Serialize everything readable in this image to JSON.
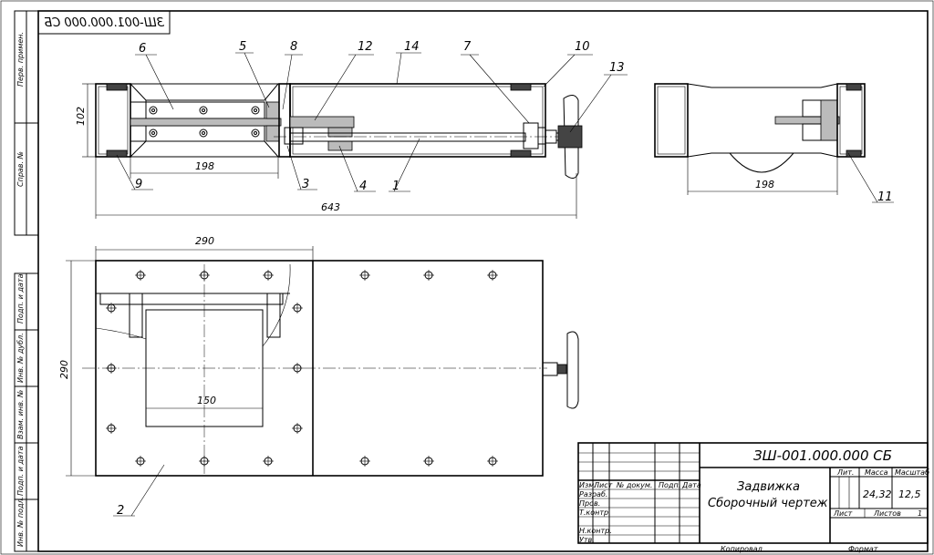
{
  "stamp": {
    "designation_mirrored": "ЗШ-001.000.000 СБ",
    "designation": "ЗШ-001.000.000 СБ",
    "title_line1": "Задвижка",
    "title_line2": "Сборочный чертеж",
    "col_lit": "Лит.",
    "col_mass": "Масса",
    "col_scale": "Масштаб",
    "mass": "24,32",
    "scale": "12,5",
    "sheet_label": "Лист",
    "sheets_label": "Листов",
    "sheets": "1",
    "rows": {
      "izm": "Изм.",
      "list": "Лист",
      "doc": "№ докум.",
      "sign": "Подп.",
      "date": "Дата",
      "razrab": "Разраб.",
      "prov": "Пров.",
      "tkontr": "Т.контр.",
      "nkontr": "Н.контр.",
      "utv": "Утв."
    },
    "copied": "Копировал",
    "format": "Формат"
  },
  "side_labels": {
    "perv_primen": "Перв. примен.",
    "sprav": "Справ. №",
    "podp_data1": "Подп. и дата",
    "inv_dubl": "Инв. № дубл.",
    "vzam_inv": "Взам. инв. №",
    "podp_data2": "Подп. и дата",
    "inv_podl": "Инв. № подл."
  },
  "dimensions": {
    "d102": "102",
    "d198a": "198",
    "d643": "643",
    "d198b": "198",
    "d290h": "290",
    "d290v": "290",
    "d150": "150"
  },
  "callouts": [
    "6",
    "5",
    "8",
    "12",
    "14",
    "7",
    "10",
    "13",
    "9",
    "3",
    "4",
    "1",
    "11",
    "2"
  ]
}
